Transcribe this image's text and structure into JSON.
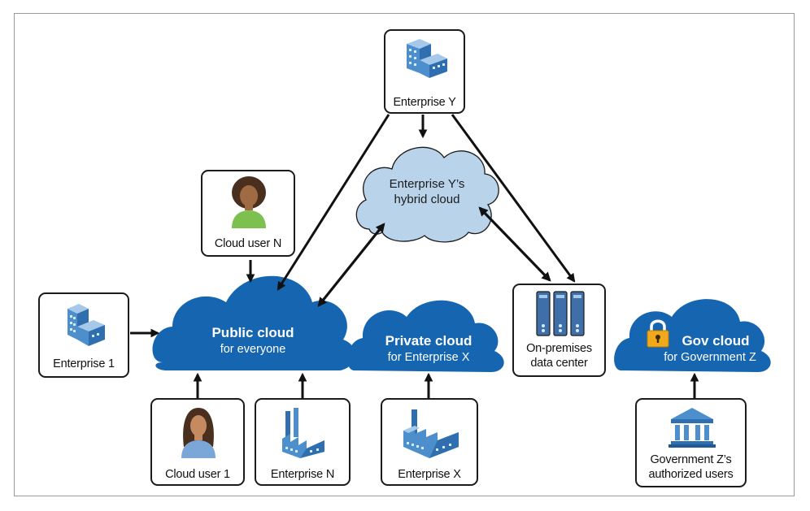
{
  "clouds": {
    "public": {
      "title": "Public cloud",
      "subtitle": "for everyone"
    },
    "private": {
      "title": "Private cloud",
      "subtitle": "for Enterprise X"
    },
    "gov": {
      "title": "Gov cloud",
      "subtitle": "for Government Z"
    },
    "hybrid": {
      "line1": "Enterprise Y’s",
      "line2": "hybrid cloud"
    }
  },
  "nodes": {
    "enterprise_y": "Enterprise Y",
    "cloud_user_n": "Cloud user N",
    "enterprise_1": "Enterprise 1",
    "cloud_user_1": "Cloud user 1",
    "enterprise_n": "Enterprise N",
    "enterprise_x": "Enterprise X",
    "on_prem_line1": "On-premises",
    "on_prem_line2": "data center",
    "gov_users_line1": "Government Z’s",
    "gov_users_line2": "authorized users"
  },
  "colors": {
    "cloud_blue": "#1565b0",
    "cloud_light": "#b9d3ea",
    "icon_blue": "#4d8fcc",
    "arrow": "#111111",
    "lock_gold": "#f0a81c"
  },
  "icons": [
    "office-building-icon",
    "person-icon",
    "factory-icon",
    "server-rack-icon",
    "padlock-icon",
    "government-building-icon"
  ]
}
